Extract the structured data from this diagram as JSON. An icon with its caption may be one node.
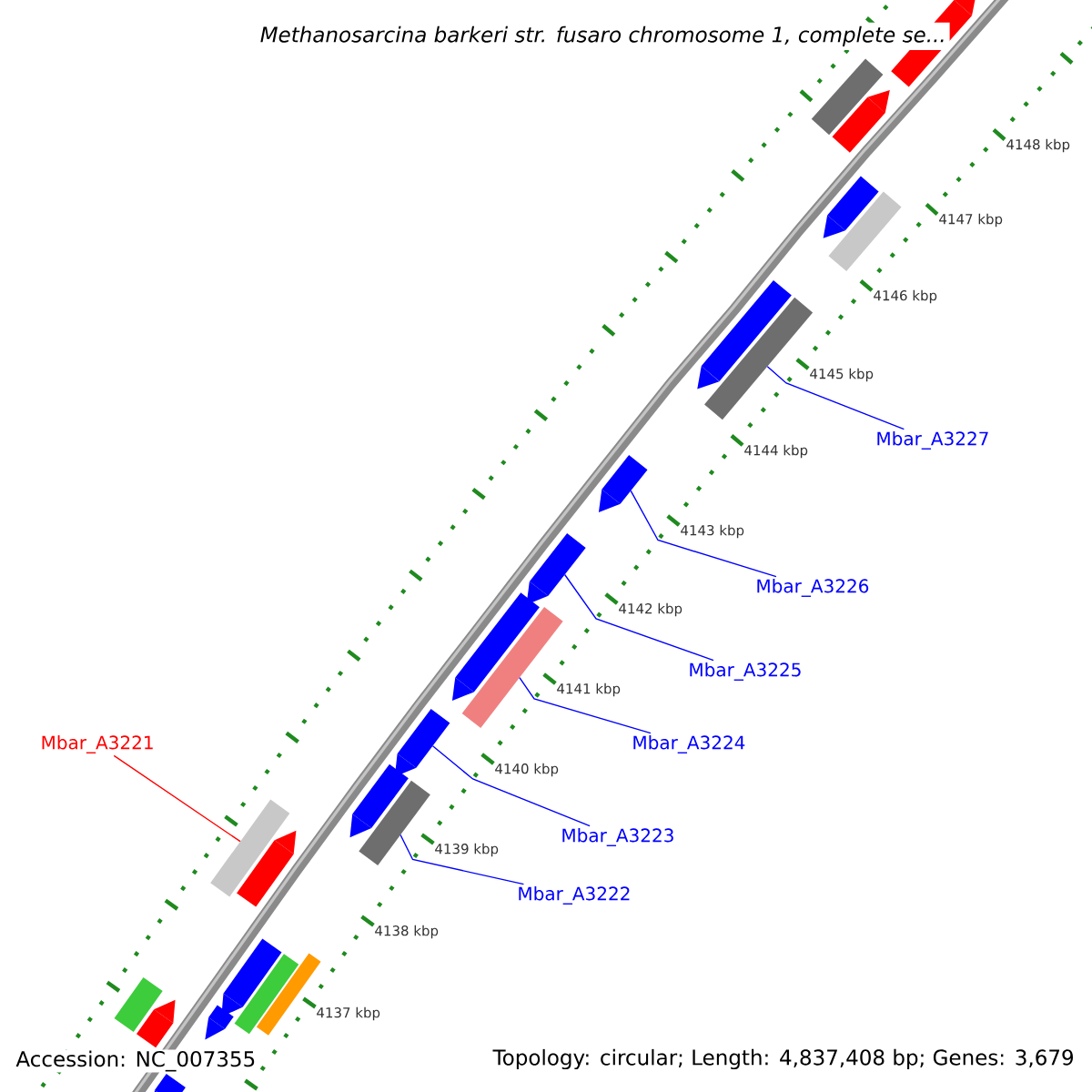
{
  "diagram": {
    "title": "Methanosarcina barkeri str. fusaro chromosome 1, complete se...",
    "nodes": [
      {
        "text": [
          "Mbar_A3227"
        ]
      },
      {
        "text": [
          "Mbar_A3226"
        ]
      },
      {
        "text": [
          "Mbar_A3225"
        ]
      },
      {
        "text": [
          "Mbar_A3224"
        ]
      },
      {
        "text": [
          "Mbar_A3221"
        ]
      },
      {
        "text": [
          "Mbar_A3223"
        ]
      },
      {
        "text": [
          "Mbar_A3222"
        ]
      },
      {
        "text": [],
        "shape": "pentagon"
      },
      {
        "text": [],
        "shape": "box"
      },
      {
        "text": [],
        "shape": "pentagon"
      },
      {
        "text": [],
        "shape": "pentagon"
      },
      {
        "text": [],
        "shape": "box"
      },
      {
        "text": [],
        "shape": "pentagon"
      },
      {
        "text": [],
        "shape": "box"
      },
      {
        "text": [],
        "shape": "pentagon"
      },
      {
        "text": [],
        "shape": "pentagon"
      },
      {
        "text": [],
        "shape": "pentagon"
      },
      {
        "text": [],
        "shape": "box"
      },
      {
        "text": [],
        "shape": "pentagon"
      },
      {
        "text": [],
        "shape": "pentagon"
      },
      {
        "text": [],
        "shape": "box"
      },
      {
        "text": [],
        "shape": "box"
      },
      {
        "text": [],
        "shape": "pentagon"
      },
      {
        "text": [],
        "shape": "pentagon"
      },
      {
        "text": [],
        "shape": "box"
      },
      {
        "text": [],
        "shape": "box"
      },
      {
        "text": [],
        "shape": "box"
      },
      {
        "text": [],
        "shape": "pentagon"
      },
      {
        "text": [],
        "shape": "pentagon"
      },
      {
        "text": [],
        "shape": "pentagon"
      }
    ],
    "edges": [
      {
        "from": 0,
        "to": 13,
        "arrow": "none"
      },
      {
        "from": 1,
        "to": 14,
        "arrow": "none"
      },
      {
        "from": 2,
        "to": 15,
        "arrow": "none"
      },
      {
        "from": 3,
        "to": 17,
        "arrow": "none"
      },
      {
        "from": 4,
        "to": 21,
        "arrow": "none",
        "color": "#ff0000"
      },
      {
        "from": 5,
        "to": 18,
        "arrow": "none"
      },
      {
        "from": 6,
        "to": 20,
        "arrow": "none"
      }
    ],
    "labels": [
      "4148 kbp",
      "4147 kbp",
      "4146 kbp",
      "4145 kbp",
      "4144 kbp",
      "4143 kbp",
      "4142 kbp",
      "4141 kbp",
      "4140 kbp",
      "4139 kbp",
      "4138 kbp",
      "4137 kbp",
      "Accession: NC_007355",
      "Topology: circular; Length: 4,837,408 bp; Genes: 3,679"
    ]
  }
}
